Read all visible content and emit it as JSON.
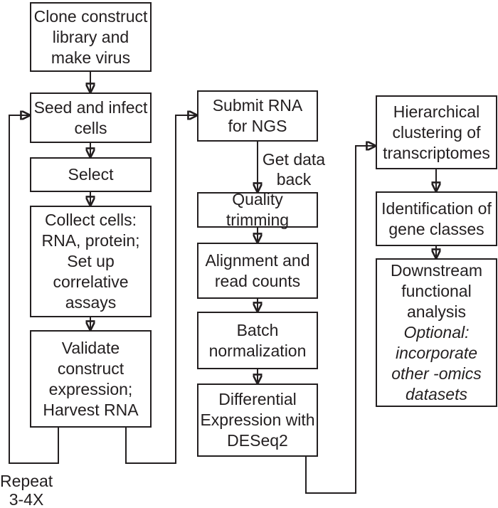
{
  "flowchart": {
    "colors": {
      "ink": "#231f20",
      "background": "#ffffff"
    },
    "columns": [
      {
        "boxes": [
          {
            "id": "clone-construct-library",
            "text": "Clone construct\nlibrary and\nmake virus"
          },
          {
            "id": "seed-and-infect-cells",
            "text": "Seed and infect\ncells"
          },
          {
            "id": "select",
            "text": "Select"
          },
          {
            "id": "collect-cells",
            "text": "Collect cells:\nRNA, protein;\nSet up\ncorrelative\nassays"
          },
          {
            "id": "validate-expression",
            "text": "Validate\nconstruct\nexpression;\nHarvest RNA"
          }
        ]
      },
      {
        "boxes": [
          {
            "id": "submit-rna-ngs",
            "text": "Submit RNA\nfor NGS"
          },
          {
            "id": "quality-trimming",
            "text": "Quality trimming"
          },
          {
            "id": "alignment-read-counts",
            "text": "Alignment and\nread counts"
          },
          {
            "id": "batch-normalization",
            "text": "Batch\nnormalization"
          },
          {
            "id": "differential-expression-deseq2",
            "text": "Differential\nExpression with\nDESeq2"
          }
        ]
      },
      {
        "boxes": [
          {
            "id": "hierarchical-clustering",
            "text": "Hierarchical\nclustering of\ntranscriptomes"
          },
          {
            "id": "identification-gene-classes",
            "text": "Identification of\ngene classes"
          },
          {
            "id": "downstream-functional-analysis",
            "text": "Downstream\nfunctional\nanalysis",
            "italic_text": "Optional:\nincorporate\nother -omics\ndatasets"
          }
        ]
      }
    ],
    "edge_labels": {
      "get_data_back": "Get data\nback",
      "repeat_loop": "Repeat\n3-4X"
    },
    "edges": [
      {
        "from": "clone-construct-library",
        "to": "seed-and-infect-cells"
      },
      {
        "from": "seed-and-infect-cells",
        "to": "select"
      },
      {
        "from": "select",
        "to": "collect-cells"
      },
      {
        "from": "collect-cells",
        "to": "validate-expression"
      },
      {
        "from": "validate-expression",
        "to": "seed-and-infect-cells",
        "label": "Repeat 3-4X"
      },
      {
        "from": "validate-expression",
        "to": "submit-rna-ngs"
      },
      {
        "from": "submit-rna-ngs",
        "to": "quality-trimming",
        "label": "Get data back"
      },
      {
        "from": "quality-trimming",
        "to": "alignment-read-counts"
      },
      {
        "from": "alignment-read-counts",
        "to": "batch-normalization"
      },
      {
        "from": "batch-normalization",
        "to": "differential-expression-deseq2"
      },
      {
        "from": "differential-expression-deseq2",
        "to": "hierarchical-clustering"
      },
      {
        "from": "hierarchical-clustering",
        "to": "identification-gene-classes"
      },
      {
        "from": "identification-gene-classes",
        "to": "downstream-functional-analysis"
      }
    ]
  }
}
